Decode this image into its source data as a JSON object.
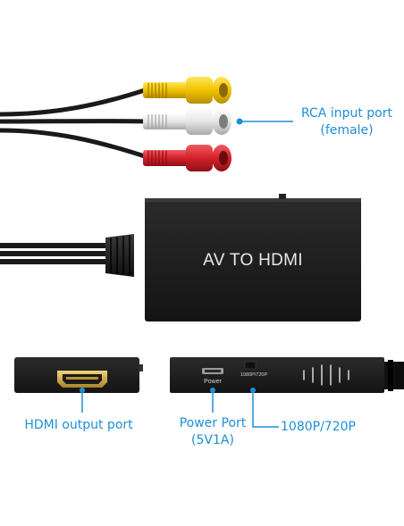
{
  "device": {
    "title": "AV TO HDMI"
  },
  "labels": {
    "rca_line1": "RCA input port",
    "rca_line2": "(female)",
    "hdmi_output": "HDMI output port",
    "power_line1": "Power Port",
    "power_line2": "(5V1A)",
    "resolution": "1080P/720P"
  },
  "side_panel": {
    "power_text": "Power",
    "switch_text": "1080P/720P"
  },
  "colors": {
    "accent": "#1e8fd6",
    "device_body": "#1c1c1c",
    "rca_yellow": "#f2c200",
    "rca_white": "#e6e6e6",
    "rca_red": "#d4202a",
    "hdmi_gold": "#c9a544"
  }
}
